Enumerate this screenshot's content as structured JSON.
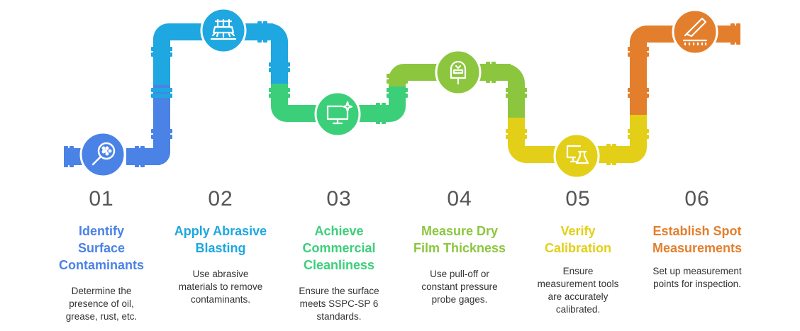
{
  "colors": {
    "s1": "#4a82e6",
    "s2": "#1ea7e0",
    "s3": "#3ccf7a",
    "s4": "#8cc63f",
    "s5": "#e3cf17",
    "s6": "#e37f2c"
  },
  "icons": [
    "magnifier-icon",
    "sandblaster-icon",
    "monitor-sparkle-icon",
    "gauge-meter-icon",
    "monitor-flask-icon",
    "knife-measure-icon"
  ],
  "steps": [
    {
      "number": "01",
      "title_lines": [
        "Identify",
        "Surface",
        "Contaminants"
      ],
      "desc_lines": [
        "Determine the",
        "presence of oil,",
        "grease, rust, etc."
      ]
    },
    {
      "number": "02",
      "title_lines": [
        "Apply Abrasive",
        "Blasting"
      ],
      "desc_lines": [
        "Use abrasive",
        "materials to remove",
        "contaminants."
      ]
    },
    {
      "number": "03",
      "title_lines": [
        "Achieve",
        "Commercial",
        "Cleanliness"
      ],
      "desc_lines": [
        "Ensure the surface",
        "meets SSPC-SP 6",
        "standards."
      ]
    },
    {
      "number": "04",
      "title_lines": [
        "Measure Dry",
        "Film Thickness"
      ],
      "desc_lines": [
        "Use pull-off or",
        "constant pressure",
        "probe gages."
      ]
    },
    {
      "number": "05",
      "title_lines": [
        "Verify",
        "Calibration"
      ],
      "desc_lines": [
        "Ensure",
        "measurement tools",
        "are accurately",
        "calibrated."
      ]
    },
    {
      "number": "06",
      "title_lines": [
        "Establish Spot",
        "Measurements"
      ],
      "desc_lines": [
        "Set up measurement",
        "points for inspection."
      ]
    }
  ]
}
